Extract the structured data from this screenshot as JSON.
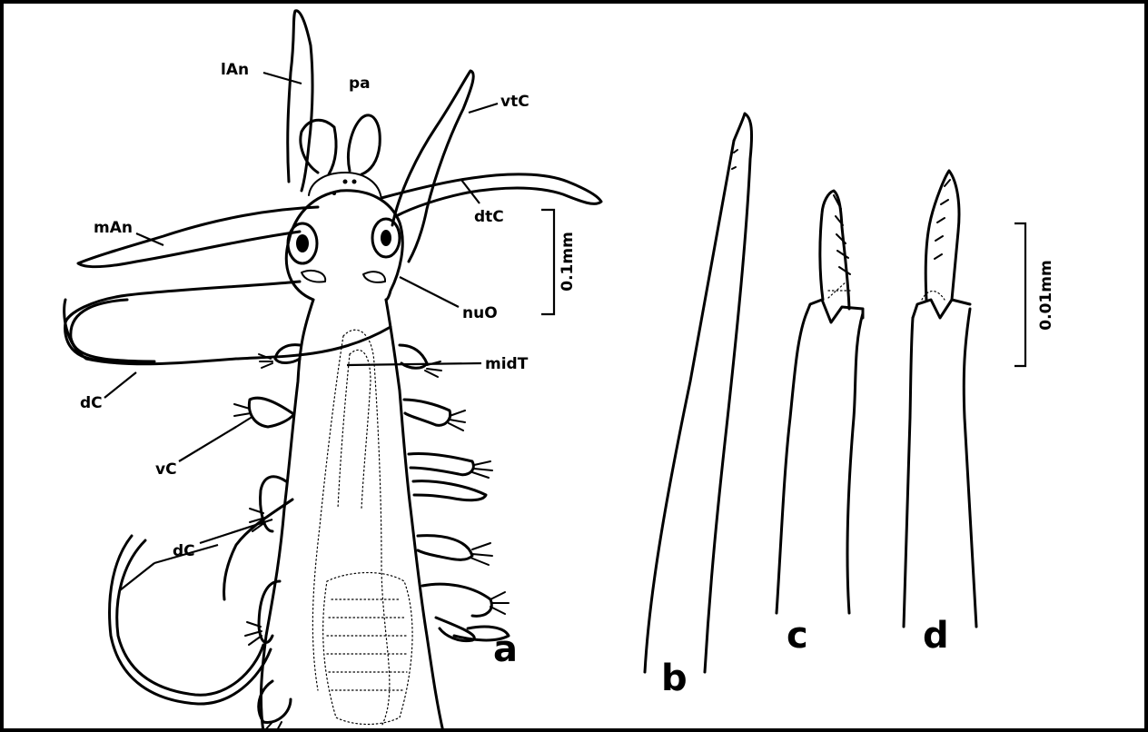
{
  "figure": {
    "panels": [
      "a",
      "b",
      "c",
      "d"
    ],
    "labels": {
      "lAn": "lAn",
      "pa": "pa",
      "vtC": "vtC",
      "mAn": "mAn",
      "dtC": "dtC",
      "nuO": "nuO",
      "midT": "midT",
      "dC_upper": "dC",
      "vC": "vC",
      "dC_lower": "dC"
    },
    "scale_bars": {
      "left": "0.1mm",
      "right": "0.01mm"
    }
  }
}
